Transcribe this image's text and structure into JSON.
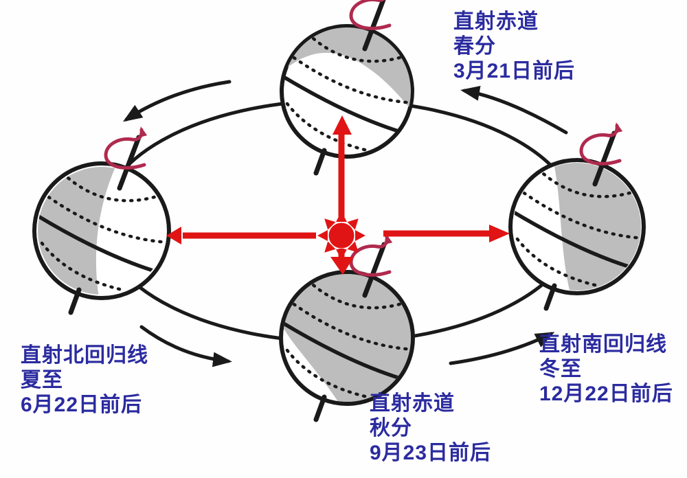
{
  "labels": {
    "spring_equinox": {
      "insolation": "直射赤道",
      "season": "春分",
      "date": "3月21日前后"
    },
    "summer_solstice": {
      "insolation": "直射北回归线",
      "season": "夏至",
      "date": "6月22日前后"
    },
    "autumn_equinox": {
      "insolation": "直射赤道",
      "season": "秋分",
      "date": "9月23日前后"
    },
    "winter_solstice": {
      "insolation": "直射南回归线",
      "season": "冬至",
      "date": "12月22日前后"
    }
  },
  "icons": {
    "sun": "sun-icon",
    "rotation": "rotation-arrow-icon",
    "orbit_direction": "orbit-direction-arrow-icon",
    "sunlight": "sunlight-ray-arrow-icon"
  },
  "colors": {
    "label_text": "#2b2ba0",
    "sun_red": "#e01414",
    "rotation_arrow": "#b02a4e",
    "night_shade": "#bdbdbd",
    "line_black": "#1a1a1a",
    "background": "#fefefe"
  }
}
